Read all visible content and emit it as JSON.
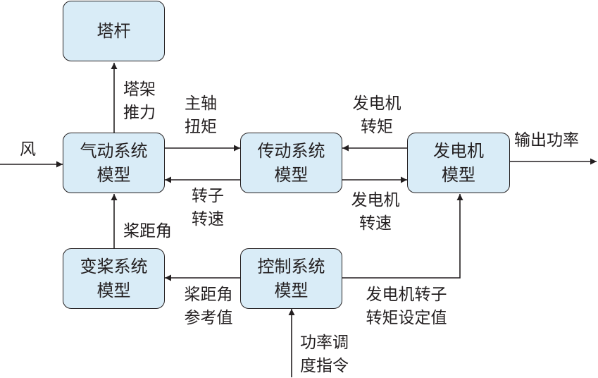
{
  "blocks": {
    "tower": "塔杆",
    "aero": [
      "气动系统",
      "模型"
    ],
    "drive": [
      "传动系统",
      "模型"
    ],
    "generator": [
      "发电机",
      "模型"
    ],
    "pitch": [
      "变桨系统",
      "模型"
    ],
    "control": [
      "控制系统",
      "模型"
    ]
  },
  "signals": {
    "wind": "风",
    "tower_thrust": [
      "塔架",
      "推力"
    ],
    "shaft_torque": [
      "主轴",
      "扭矩"
    ],
    "gen_torque": [
      "发电机",
      "转矩"
    ],
    "output_power": "输出功率",
    "rotor_speed": [
      "转子",
      "转速"
    ],
    "gen_speed": [
      "发电机",
      "转速"
    ],
    "pitch_angle": "桨距角",
    "pitch_ref": [
      "桨距角",
      "参考值"
    ],
    "gen_torque_setpoint": [
      "发电机转子",
      "转矩设定值"
    ],
    "power_dispatch": [
      "功率调",
      "度指令"
    ]
  },
  "colors": {
    "block_fill": "#d9ecf7",
    "stroke": "#231f20"
  }
}
